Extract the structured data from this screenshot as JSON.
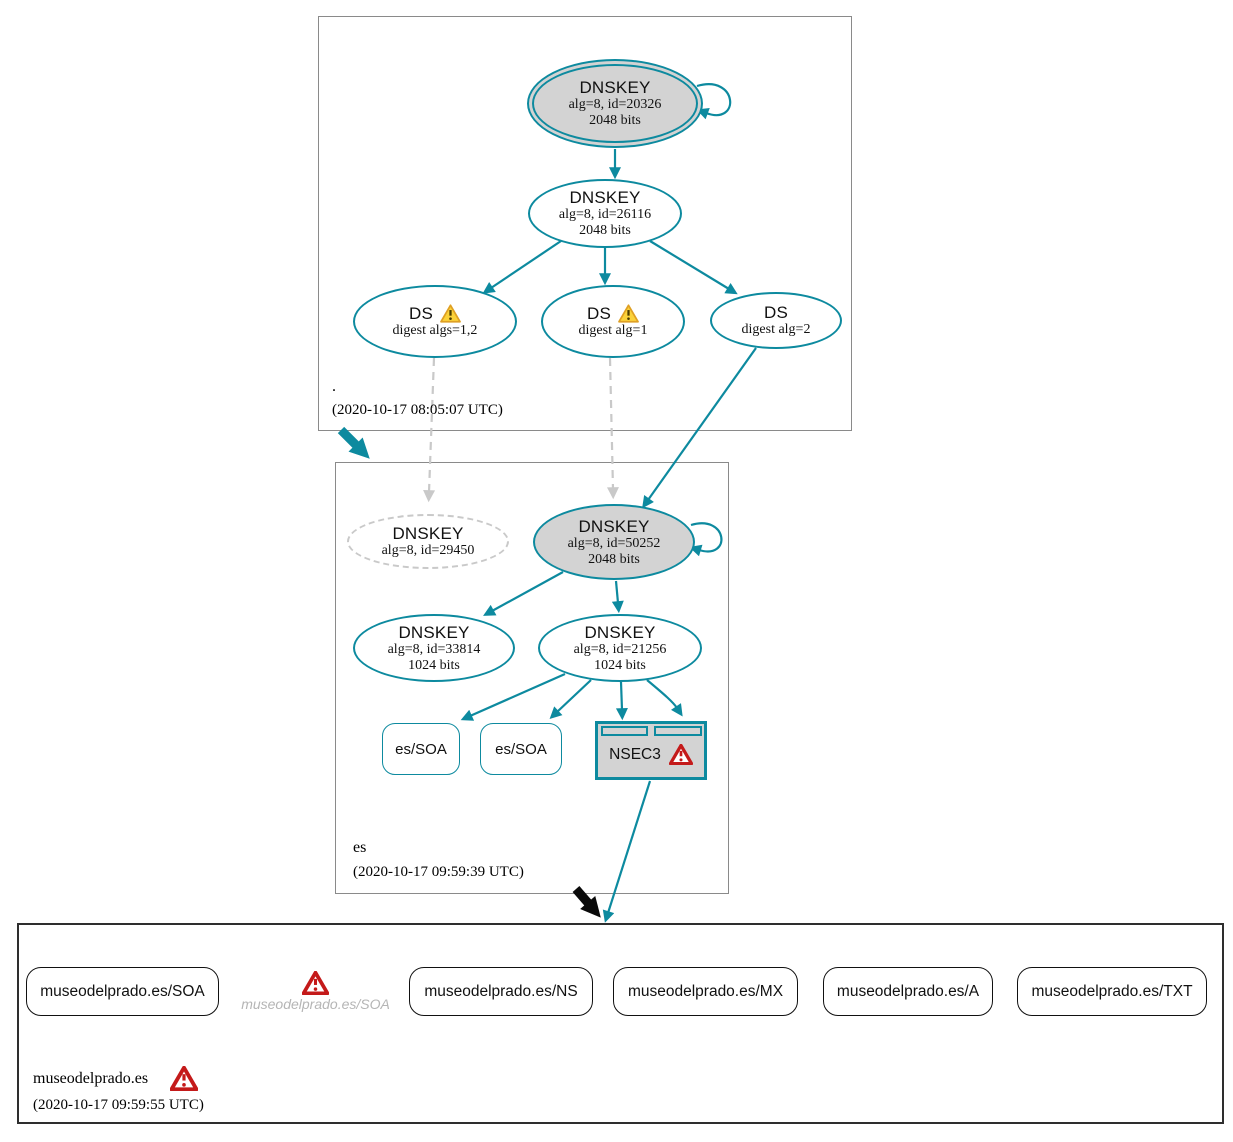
{
  "root_zone": {
    "label": ".",
    "timestamp": "(2020-10-17 08:05:07 UTC)",
    "ksk": {
      "type": "DNSKEY",
      "alg": "alg=8, id=20326",
      "bits": "2048 bits"
    },
    "zsk": {
      "type": "DNSKEY",
      "alg": "alg=8, id=26116",
      "bits": "2048 bits"
    },
    "ds_1": {
      "type": "DS",
      "digest": "digest algs=1,2"
    },
    "ds_2": {
      "type": "DS",
      "digest": "digest alg=1"
    },
    "ds_3": {
      "type": "DS",
      "digest": "digest alg=2"
    }
  },
  "es_zone": {
    "label": "es",
    "timestamp": "(2020-10-17 09:59:39 UTC)",
    "dnskey_29450": {
      "type": "DNSKEY",
      "alg": "alg=8, id=29450"
    },
    "dnskey_50252": {
      "type": "DNSKEY",
      "alg": "alg=8, id=50252",
      "bits": "2048 bits"
    },
    "dnskey_33814": {
      "type": "DNSKEY",
      "alg": "alg=8, id=33814",
      "bits": "1024 bits"
    },
    "dnskey_21256": {
      "type": "DNSKEY",
      "alg": "alg=8, id=21256",
      "bits": "1024 bits"
    },
    "soa_1": {
      "label": "es/SOA"
    },
    "soa_2": {
      "label": "es/SOA"
    },
    "nsec3": {
      "label": "NSEC3"
    }
  },
  "museo_zone": {
    "label": "museodelprado.es",
    "timestamp": "(2020-10-17 09:59:55 UTC)",
    "rrset_soa": "museodelprado.es/SOA",
    "rrset_soa_missing": "museodelprado.es/SOA",
    "rrset_ns": "museodelprado.es/NS",
    "rrset_mx": "museodelprado.es/MX",
    "rrset_a": "museodelprado.es/A",
    "rrset_txt": "museodelprado.es/TXT"
  },
  "colors": {
    "secure_teal": "#0d8a9f",
    "node_gray": "#d3d3d3",
    "insecure_dash_gray": "#c9c9c9",
    "warning_yellow": "#fbd23a",
    "error_red": "#c41a1a"
  }
}
